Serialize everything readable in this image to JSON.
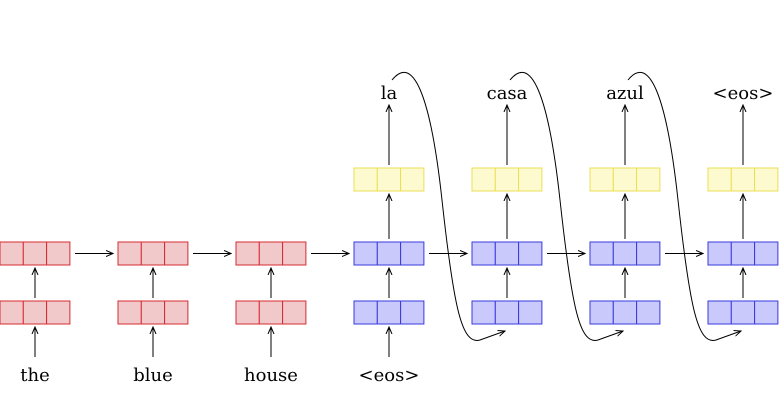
{
  "encoder": {
    "inputs": [
      "the",
      "blue",
      "house"
    ]
  },
  "decoder": {
    "inputs": [
      "<eos>"
    ],
    "outputs": [
      "la",
      "casa",
      "azul",
      "<eos>"
    ]
  },
  "colors": {
    "encoder_fill": "#f2c9cb",
    "encoder_stroke": "#d42b32",
    "decoder_fill": "#c9c9fb",
    "decoder_stroke": "#3a3adf",
    "output_fill": "#fefad0",
    "output_stroke": "#e9e055"
  }
}
